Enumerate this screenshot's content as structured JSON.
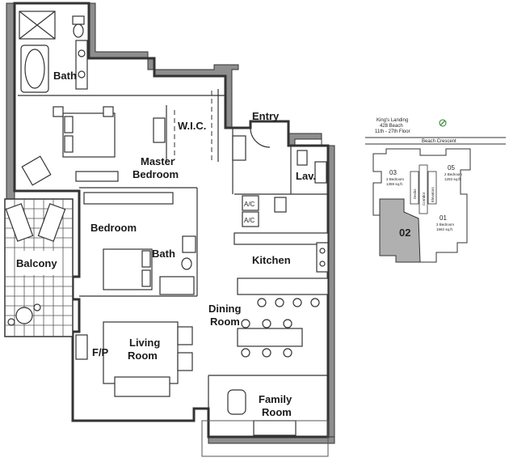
{
  "rooms": {
    "bath_main": "Bath",
    "wic": "W.I.C.",
    "entry": "Entry",
    "master_line1": "Master",
    "master_line2": "Bedroom",
    "lav": "Lav.",
    "bedroom": "Bedroom",
    "bath_second": "Bath",
    "kitchen": "Kitchen",
    "balcony": "Balcony",
    "dining_line1": "Dining",
    "dining_line2": "Room",
    "fp": "F/P",
    "living_line1": "Living",
    "living_line2": "Room",
    "family_line1": "Family",
    "family_line2": "Room",
    "ac1": "A/C",
    "ac2": "A/C"
  },
  "keyplan": {
    "title_line1": "King's Landing",
    "title_line2": "428 Beach",
    "title_line3": "11th - 27th Floor",
    "street": "Beach Crescent",
    "unit_03": "03",
    "unit_03_desc1": "2 Bedroom",
    "unit_03_desc2": "1359 sq.ft.",
    "unit_05": "05",
    "unit_05_desc1": "2 Bedroom",
    "unit_05_desc2": "1293 sq.ft.",
    "unit_01": "01",
    "unit_01_desc1": "2 Bedroom",
    "unit_01_desc2": "1562 sq.ft.",
    "unit_02": "02",
    "decks": "Decks",
    "corridor": "Corridor",
    "elevators": "Elevators",
    "highlight_color": "#b0b0b0"
  }
}
